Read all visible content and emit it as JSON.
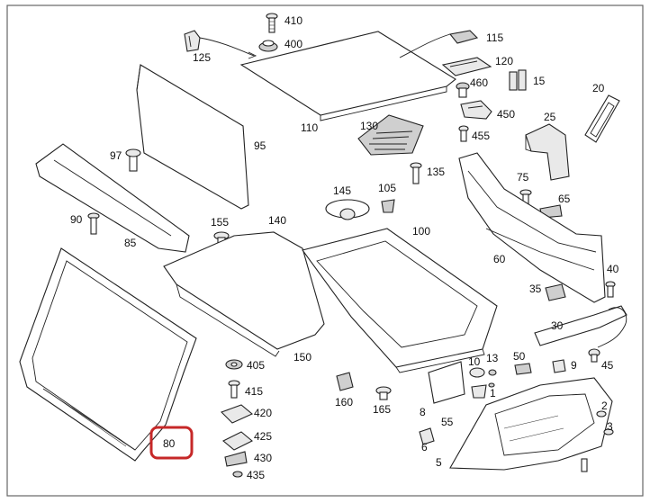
{
  "labels": {
    "p410": "410",
    "p400": "400",
    "p125": "125",
    "p110": "110",
    "p115": "115",
    "p120": "120",
    "p15": "15",
    "p460": "460",
    "p450": "450",
    "p455": "455",
    "p20": "20",
    "p25": "25",
    "p95": "95",
    "p97": "97",
    "p130": "130",
    "p135": "135",
    "p90": "90",
    "p85": "85",
    "p145": "145",
    "p105": "105",
    "p75": "75",
    "p65": "65",
    "p155": "155",
    "p140": "140",
    "p100": "100",
    "p60": "60",
    "p40": "40",
    "p35": "35",
    "p30": "30",
    "p150": "150",
    "p405": "405",
    "p415": "415",
    "p420": "420",
    "p425": "425",
    "p430": "430",
    "p435": "435",
    "p160": "160",
    "p165": "165",
    "p10": "10",
    "p13": "13",
    "p50": "50",
    "p9": "9",
    "p45": "45",
    "p8": "8",
    "p55": "55",
    "p6": "6",
    "p5": "5",
    "p1": "1",
    "p2": "2",
    "p3": "3",
    "p80": "80"
  },
  "highlight": {
    "label": "80",
    "color": "#c62828"
  },
  "colors": {
    "frame": "#666666",
    "ink": "#222222"
  }
}
